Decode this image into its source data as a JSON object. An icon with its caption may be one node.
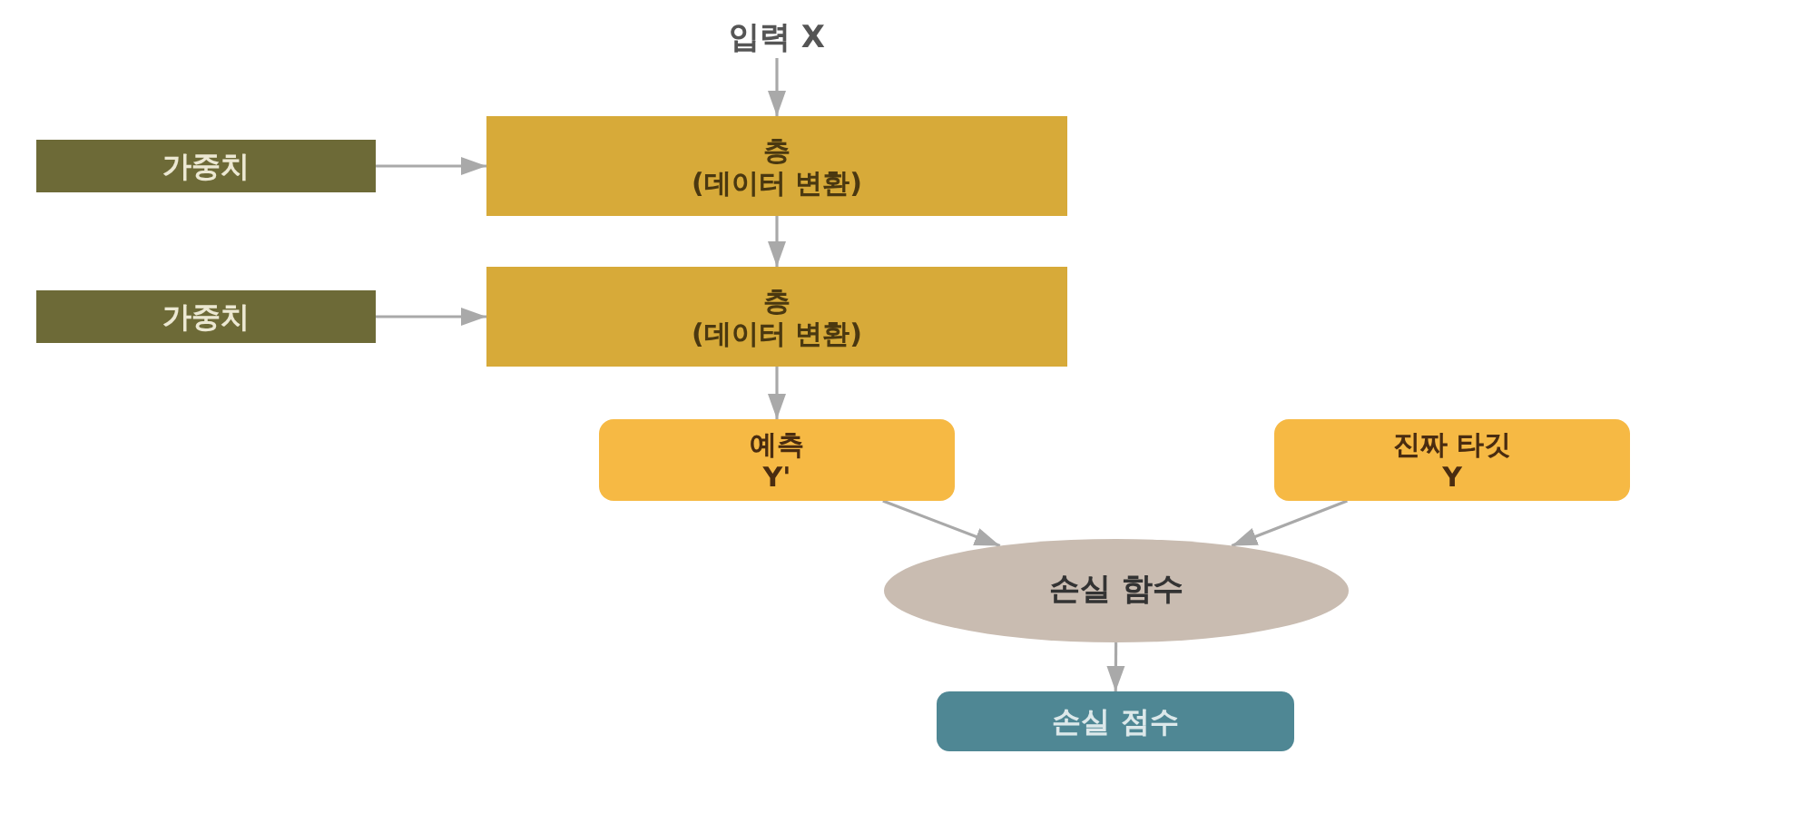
{
  "diagram": {
    "nodes": [
      {
        "text": [
          "입력 X"
        ]
      },
      {
        "text": [
          "가중치"
        ]
      },
      {
        "text": [
          "층",
          "(데이터 변환)"
        ]
      },
      {
        "text": [
          "가중치"
        ]
      },
      {
        "text": [
          "층",
          "(데이터 변환)"
        ]
      },
      {
        "text": [
          "예측",
          "Y'"
        ]
      },
      {
        "text": [
          "진짜 타깃",
          "Y"
        ]
      },
      {
        "text": [
          "손실 함수"
        ]
      },
      {
        "text": [
          "손실 점수"
        ]
      }
    ],
    "edges": [
      {
        "from": 0,
        "to": 2,
        "arrow": "to"
      },
      {
        "from": 1,
        "to": 2,
        "arrow": "to"
      },
      {
        "from": 2,
        "to": 4,
        "arrow": "to"
      },
      {
        "from": 3,
        "to": 4,
        "arrow": "to"
      },
      {
        "from": 4,
        "to": 5,
        "arrow": "to"
      },
      {
        "from": 5,
        "to": 7,
        "arrow": "to"
      },
      {
        "from": 6,
        "to": 7,
        "arrow": "to"
      },
      {
        "from": 7,
        "to": 8,
        "arrow": "to"
      }
    ]
  }
}
